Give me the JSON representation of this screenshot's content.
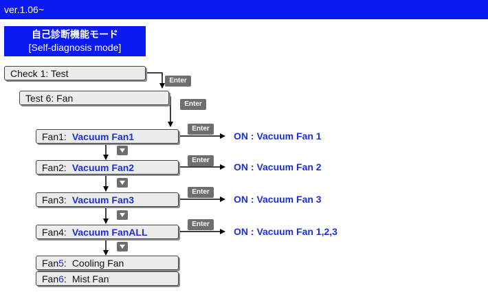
{
  "version": "ver.1.06~",
  "mode_title": {
    "japanese": "自己診断機能モード",
    "english": "[Self-diagnosis mode]"
  },
  "check_box": {
    "label": "Check  1:  Test"
  },
  "test_box": {
    "label": "Test  6: Fan"
  },
  "enter_label": "Enter",
  "fans": [
    {
      "key": "Fan1:",
      "value": "Vacuum Fan1",
      "result": "ON : Vacuum Fan 1"
    },
    {
      "key": "Fan2:",
      "value": "Vacuum Fan2",
      "result": "ON : Vacuum Fan 2"
    },
    {
      "key": "Fan3:",
      "value": "Vacuum Fan3",
      "result": "ON : Vacuum Fan 3"
    },
    {
      "key": "Fan4:",
      "value": "Vacuum FanALL",
      "result": "ON : Vacuum Fan 1,2,3"
    }
  ],
  "extra_fans": [
    {
      "key_prefix": "Fan",
      "key_num": "5",
      "key_suffix": ":",
      "value": "Cooling Fan"
    },
    {
      "key_prefix": "Fan",
      "key_num": "6",
      "key_suffix": ":",
      "value": "Mist Fan"
    }
  ],
  "colors": {
    "header_blue": "#0b19f2",
    "text_blue": "#1a2edb",
    "button_gray": "#6e6e6e",
    "box_gray": "#ececec"
  }
}
